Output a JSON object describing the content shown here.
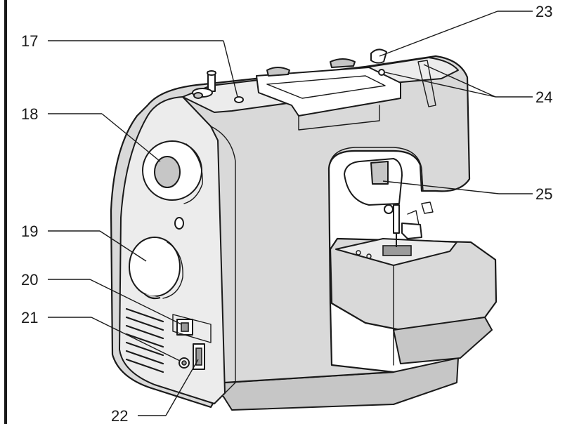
{
  "callouts": {
    "c17": "17",
    "c18": "18",
    "c19": "19",
    "c20": "20",
    "c21": "21",
    "c22": "22",
    "c23": "23",
    "c24": "24",
    "c25": "25"
  }
}
